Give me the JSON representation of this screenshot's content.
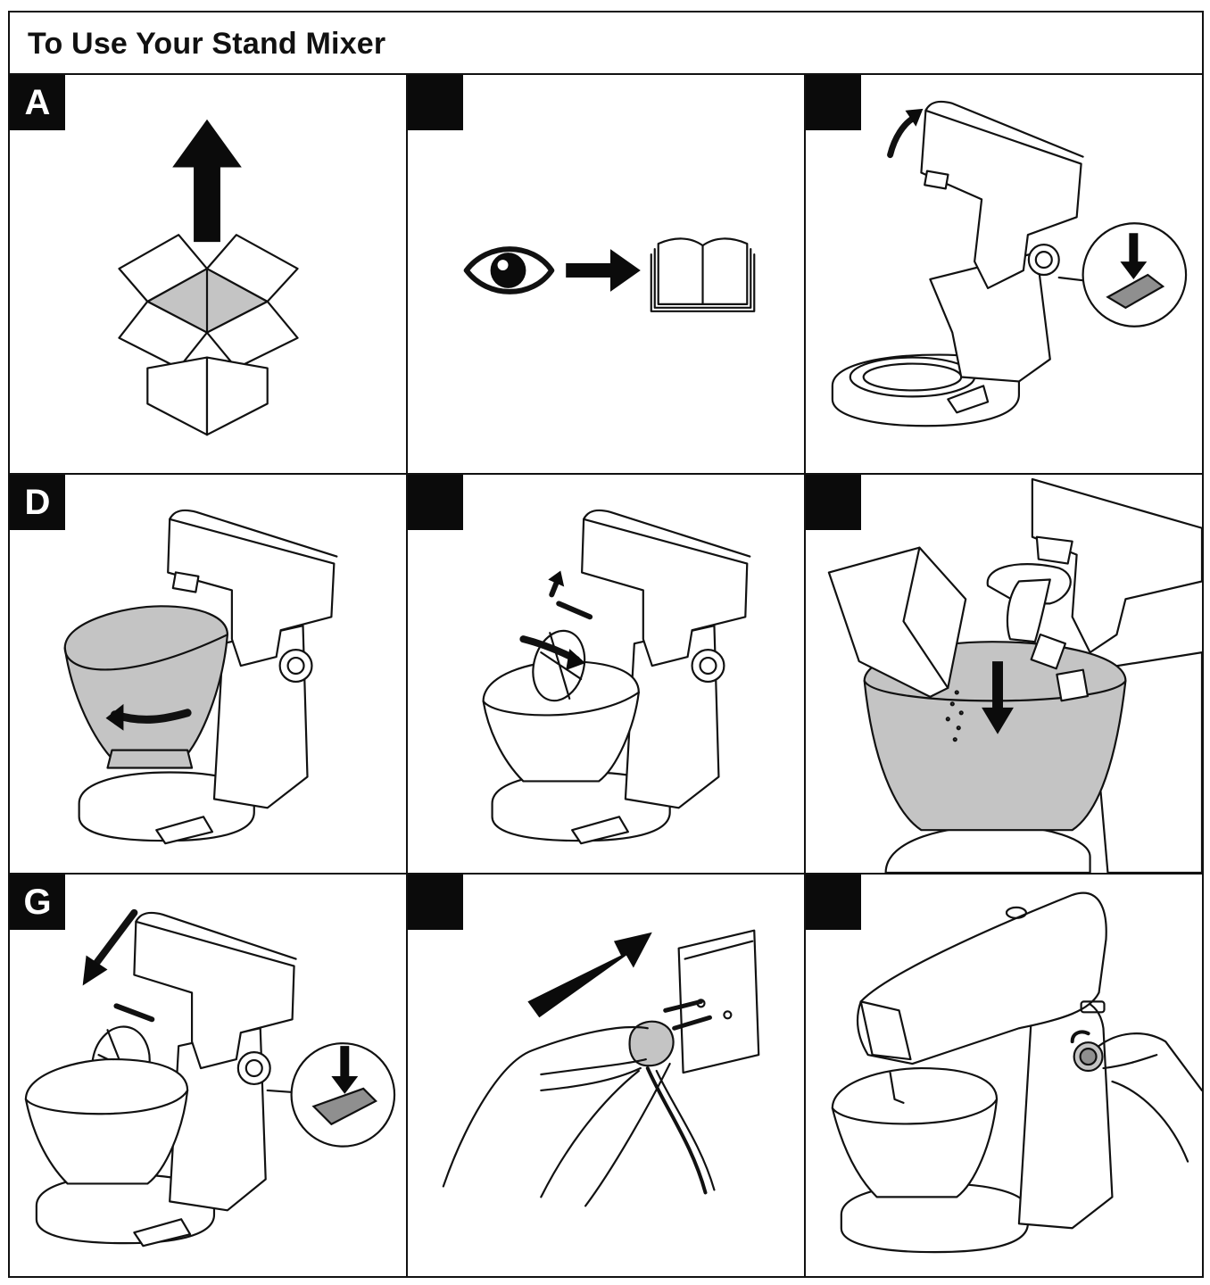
{
  "title": "To Use Your Stand Mixer",
  "steps": [
    {
      "letter": "A",
      "illustration": "unbox-icon"
    },
    {
      "letter": "",
      "illustration": "read-manual-icon"
    },
    {
      "letter": "",
      "illustration": "raise-head-icon"
    },
    {
      "letter": "D",
      "illustration": "fit-bowl-icon"
    },
    {
      "letter": "",
      "illustration": "fit-tool-icon"
    },
    {
      "letter": "",
      "illustration": "add-ingredients-icon"
    },
    {
      "letter": "G",
      "illustration": "lower-head-icon"
    },
    {
      "letter": "",
      "illustration": "plug-in-icon"
    },
    {
      "letter": "",
      "illustration": "switch-on-icon"
    }
  ],
  "colors": {
    "ink": "#111111",
    "fill_grey": "#c4c4c4",
    "badge": "#0b0b0b"
  }
}
